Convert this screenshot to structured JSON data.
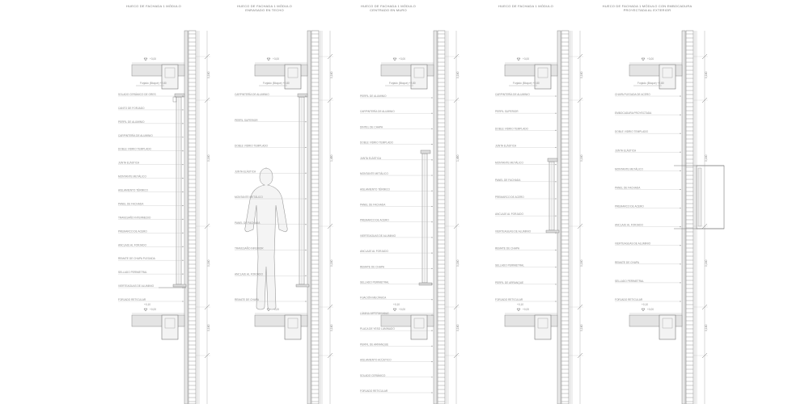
{
  "sheet": {
    "panels": [
      {
        "title": [
          "HUECO DE FACHADA 1 MÓDULO"
        ],
        "levels": [
          "+3,00",
          "Forjado (Bloque) +2,80",
          "+0,10",
          "+0,00"
        ],
        "dims": [
          "0,160",
          "0,160",
          "0,160",
          "0,160"
        ],
        "labels": [
          "SOLADO CERÁMICO DE GRES",
          "CANTO DE FORJADO",
          "PERFIL DE ALUMINIO",
          "CARPINTERÍA DE ALUMINIO",
          "DOBLE VIDRIO TEMPLADO",
          "JUNTA ELÁSTICA",
          "MONTANTE METÁLICO",
          "AISLAMIENTO TÉRMICO",
          "PANEL DE FACHADA",
          "TRAVESAÑO INTERMEDIO",
          "PREMARCO DE ACERO",
          "ANCLAJE AL FORJADO",
          "REMATE DE CHAPA PLEGADA",
          "SELLADO PERIMETRAL",
          "VIERTEAGUAS DE ALUMINIO",
          "FORJADO RETICULAR"
        ]
      },
      {
        "title": [
          "HUECO DE FACHADA 1 MÓDULO",
          "ENRASADO EN TECHO"
        ],
        "levels": [
          "+3,00",
          "Forjado (Bloque) +2,80",
          "+0,10",
          "+0,00"
        ],
        "dims": [
          "0,160",
          "1,450",
          "0,160",
          "0,160"
        ],
        "labels": [
          "CARPINTERÍA DE ALUMINIO",
          "PERFIL SUPERIOR",
          "DOBLE VIDRIO TEMPLADO",
          "JUNTA ELÁSTICA",
          "MONTANTE METÁLICO",
          "PANEL DE FACHADA",
          "TRAVESAÑO INFERIOR",
          "ANCLAJE AL FORJADO",
          "REMATE DE CHAPA"
        ]
      },
      {
        "title": [
          "HUECO DE FACHADA 1 MÓDULO",
          "CENTRADO EN MURO"
        ],
        "levels": [
          "+3,00",
          "Forjado (Bloque) +2,80",
          "+0,10",
          "+0,00"
        ],
        "dims": [
          "0,160",
          "1,450",
          "0,160",
          "0,160"
        ],
        "labels": [
          "PERFIL DE ALUMINIO",
          "CARPINTERÍA DE ALUMINIO",
          "DINTEL DE CHAPA",
          "DOBLE VIDRIO TEMPLADO",
          "JUNTA ELÁSTICA",
          "MONTANTE METÁLICO",
          "AISLAMIENTO TÉRMICO",
          "PANEL DE FACHADA",
          "PREMARCO DE ACERO",
          "VIERTEAGUAS DE ALUMINIO",
          "ANCLAJE AL FORJADO",
          "REMATE DE CHAPA",
          "SELLADO PERIMETRAL",
          "FIJACIÓN MECÁNICA",
          "LÁMINA IMPERMEABLE",
          "PLACA DE YESO LAMINADO",
          "PERFIL DE ARRANQUE",
          "AISLAMIENTO ACÚSTICO",
          "SOLADO CERÁMICO",
          "FORJADO RETICULAR"
        ]
      },
      {
        "title": [
          "HUECO DE FACHADA 1 MÓDULO"
        ],
        "levels": [
          "+3,00",
          "Forjado (Bloque) +2,80",
          "+0,10",
          "+0,00"
        ],
        "dims": [
          "0,160",
          "0,160",
          "0,160",
          "0,160"
        ],
        "labels": [
          "CARPINTERÍA DE ALUMINIO",
          "PERFIL SUPERIOR",
          "DOBLE VIDRIO TEMPLADO",
          "JUNTA ELÁSTICA",
          "MONTANTE METÁLICO",
          "PANEL DE FACHADA",
          "PREMARCO DE ACERO",
          "ANCLAJE AL FORJADO",
          "VIERTEAGUAS DE ALUMINIO",
          "REMATE DE CHAPA",
          "SELLADO PERIMETRAL",
          "PERFIL DE ARRANQUE",
          "FORJADO RETICULAR"
        ]
      },
      {
        "title": [
          "HUECO DE FACHADA 1 MÓDULO CON EMBOCADURA",
          "PROYECTADA AL EXTERIOR"
        ],
        "levels": [
          "+3,00",
          "Forjado (Bloque) +2,80",
          "+0,10",
          "+0,00"
        ],
        "dims": [
          "0,160",
          "0,160",
          "0,160",
          "0,160"
        ],
        "labels": [
          "CHAPA PLEGADA DE ACERO",
          "EMBOCADURA PROYECTADA",
          "DOBLE VIDRIO TEMPLADO",
          "JUNTA ELÁSTICA",
          "MONTANTE METÁLICO",
          "PANEL DE FACHADA",
          "PREMARCO DE ACERO",
          "ANCLAJE AL FORJADO",
          "VIERTEAGUAS DE ALUMINIO",
          "REMATE DE CHAPA",
          "SELLADO PERIMETRAL",
          "FORJADO RETICULAR"
        ]
      }
    ]
  }
}
